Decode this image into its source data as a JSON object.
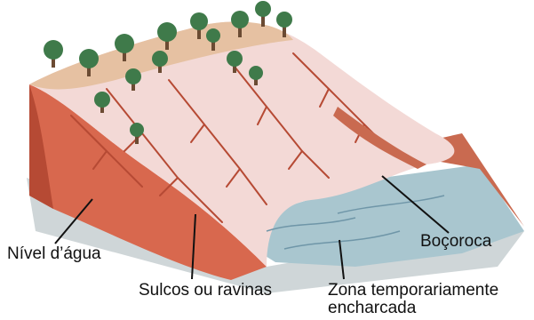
{
  "labels": {
    "water_level": "Nível d’água",
    "furrows": "Sulcos ou ravinas",
    "zone_line1": "Zona temporariamente",
    "zone_line2": "encharcada",
    "gully": "Boçoroca"
  },
  "colors": {
    "slope_pink": "#f3d9d6",
    "soil_red": "#d8684e",
    "soil_dark": "#b64a34",
    "ridge_tan": "#e6c1a2",
    "water_blue": "#8fb3c2",
    "base_gray": "#cfd6d8",
    "tree_green": "#3f7a4a",
    "trunk": "#6b4b33"
  },
  "icons": [
    "tree-icon"
  ]
}
